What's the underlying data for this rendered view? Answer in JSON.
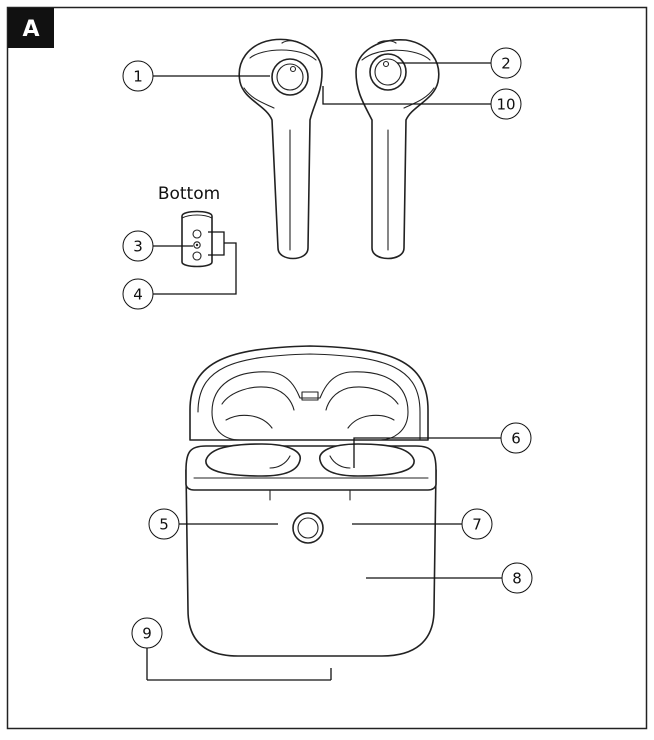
{
  "panel": {
    "letter": "A"
  },
  "bottom_label": "Bottom",
  "callouts": [
    {
      "id": "c1",
      "number": "1"
    },
    {
      "id": "c2",
      "number": "2"
    },
    {
      "id": "c3",
      "number": "3"
    },
    {
      "id": "c4",
      "number": "4"
    },
    {
      "id": "c5",
      "number": "5"
    },
    {
      "id": "c6",
      "number": "6"
    },
    {
      "id": "c7",
      "number": "7"
    },
    {
      "id": "c8",
      "number": "8"
    },
    {
      "id": "c9",
      "number": "9"
    },
    {
      "id": "c10",
      "number": "10"
    }
  ]
}
